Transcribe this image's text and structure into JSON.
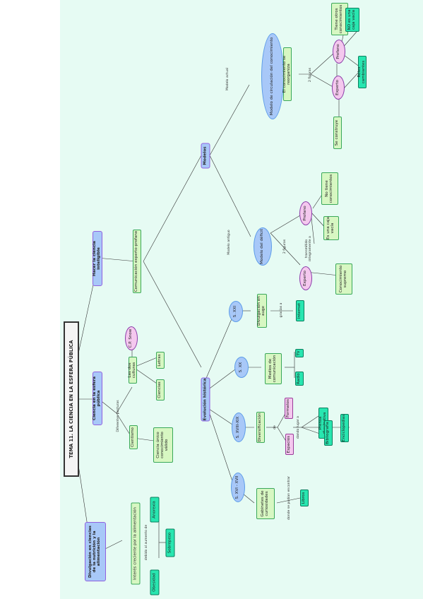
{
  "title": "TEMA 11. LA CIENCIA EN LA ESFERA PÚBLICA",
  "branches": {
    "divulgacion": "Divulgación en ciencias de la nutrición y la alimentación",
    "ciencia_esfera": "Ciencia en la esfera pública",
    "hacer_ciencia": "Hacer la ciencia inteligible"
  },
  "divulgacion_children": {
    "interes": "Interés creciente por la alimentación",
    "label_debido": "debido al aumento de",
    "obesidad": "Obesidad",
    "sobrepeso": "Sobrepeso",
    "anorexia": "Anorexia"
  },
  "ciencia_children": {
    "label_posturas": "Diferentes posturas",
    "dos_culturas": "Las dos culturas",
    "cientismo": "Cientismo",
    "cp_snow": "C.P. Snow",
    "letras": "Letras",
    "ciencias": "Ciencias",
    "ciencia_unico": "Ciencia único conocimiento válido"
  },
  "comunicacion": "Comunicación experto-profano",
  "evolucion": "Evolución histórica",
  "modelos": "Modelos",
  "evolucion_children": {
    "s_xvi": "S. XVI - XVII",
    "s_xviii": "S. XVIII-XIX",
    "s_xx": "S. XX",
    "s_xxi": "S. XXI",
    "gabinetes": "Gabinetes de curiosidades",
    "label_encontrar": "donde se podían encontrar",
    "libros": "Libros",
    "diversificacion": "Diversificación",
    "label_de": "de",
    "formatos": "Formatos",
    "espacios": "Espacios",
    "label_lugar": "dando lugar a",
    "prensa": "Prensa divulgativa",
    "bibliografia": "Bibliografía",
    "enciclopedias": "Enciclopedias",
    "medios": "Medios de comunicación",
    "tv": "TV",
    "radio": "Radio",
    "divulgacion_auge": "Divulgación en auge",
    "label_gracias": "gracias a",
    "internet": "Internet"
  },
  "modelos_children": {
    "label_antiguo": "Modelo antiguo",
    "label_actual": "Modelo actual",
    "deficit": "Modelo del déficit",
    "circulacion": "Modelo de circulación del conocimiento",
    "label_2figuras_a": "2 figuras",
    "label_2figuras_b": "2 figuras",
    "experto_a": "Experto",
    "profano_a": "Profano",
    "label_transmite": "transmitido íntegramente a",
    "conocimiento_supremo": "Conocimiento supremo",
    "caja_vacia_a": "Es una caja vacía",
    "no_tiene": "No tiene conocimientos",
    "reorganiza": "El conocimiento se reorganiza",
    "experto_b": "Experto",
    "profano_b": "Profano",
    "se_construye": "Se construye",
    "roles": "Roles cambiantes",
    "tiene_otros": "Tiene otros conocimientos",
    "no_caja_vacia": "NO es una caja vacía"
  }
}
